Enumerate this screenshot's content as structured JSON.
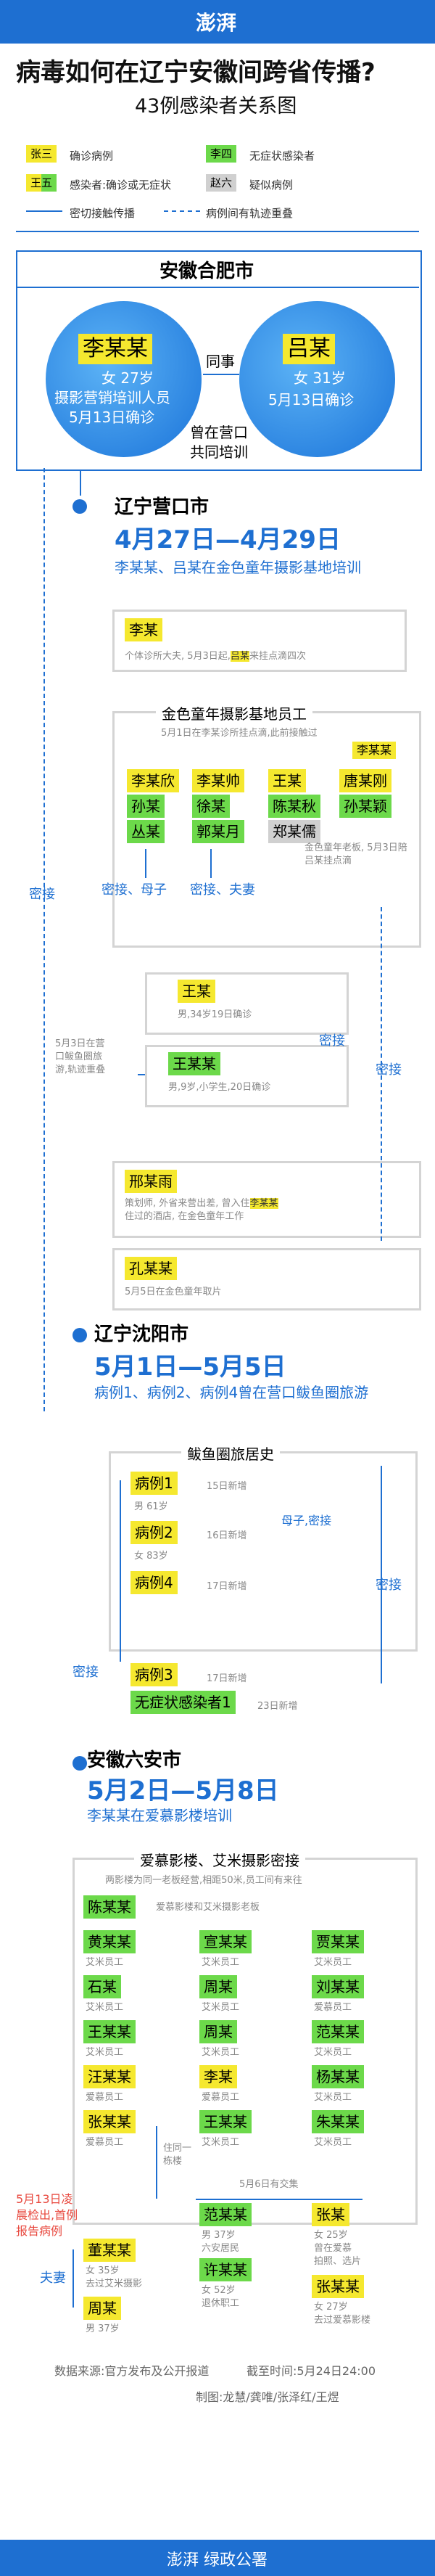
{
  "header": {
    "logo": "澎湃",
    "title": "病毒如何在辽宁安徽间跨省传播?",
    "subtitle": "43例感染者关系图"
  },
  "legend": {
    "zhang_name": "张三",
    "zhang_label": "确诊病例",
    "li_name": "李四",
    "li_label": "无症状感染者",
    "wang_name": "王五",
    "wang_label": "感染者:确诊或无症状",
    "zhao_name": "赵六",
    "zhao_label": "疑似病例",
    "solid_label": "密切接触传播",
    "dashed_label": "病例间有轨迹重叠"
  },
  "hefei": {
    "city": "安徽合肥市",
    "p1_name": "李某某",
    "p1_line1": "女 27岁",
    "p1_line2": "摄影营销培训人员",
    "p1_line3": "5月13日确诊",
    "p2_name": "吕某",
    "p2_line1": "女 31岁",
    "p2_line2": "5月13日确诊",
    "rel1": "同事",
    "rel2a": "曾在营口",
    "rel2b": "共同培训"
  },
  "yingkou": {
    "city": "辽宁营口市",
    "dates": "4月27日—4月29日",
    "desc": "李某某、吕某在金色童年摄影基地培训",
    "doc_name": "李某",
    "doc_desc_a": "个体诊所大夫, 5月3日起,",
    "doc_desc_highlight": "吕某",
    "doc_desc_b": "来挂点滴四次",
    "base_title": "金色童年摄影基地员工",
    "base_note": "5月1日在李某诊所挂点滴,此前接触过",
    "base_note_name": "李某某",
    "staff": [
      {
        "name": "李某欣"
      },
      {
        "name": "李某帅"
      },
      {
        "name": "王某"
      },
      {
        "name": "唐某刚"
      },
      {
        "name": "孙某"
      },
      {
        "name": "徐某"
      },
      {
        "name": "陈某秋"
      },
      {
        "name": "孙某颖"
      },
      {
        "name": "丛某"
      },
      {
        "name": "郭某月"
      },
      {
        "name": "郑某儒"
      }
    ],
    "owner_note": "金色童年老板, 5月3日陪吕某挂点滴",
    "rel_close": "密接",
    "rel_mother_son": "密接、母子",
    "rel_couple": "密接、夫妻",
    "wangmou_name": "王某",
    "wangmou_desc": "男,34岁19日确诊",
    "wangmoumou_name": "王某某",
    "wangmoumou_desc": "男,9岁,小学生,20日确诊",
    "xing_name": "邢某雨",
    "xing_desc1": "策划师, 外省来营出差, 曾入住",
    "xing_desc_name": "李某某",
    "xing_desc2": "住过的酒店, 在金色童年工作",
    "kong_name": "孔某某",
    "kong_desc": "5月5日在金色童年取片",
    "side_note": "5月3日在营口鲅鱼圈旅游,轨迹重叠",
    "side_rel": "密接"
  },
  "shenyang": {
    "city": "辽宁沈阳市",
    "dates": "5月1日—5月5日",
    "desc": "病例1、病例2、病例4曾在营口鲅鱼圈旅游",
    "group_title": "鲅鱼圈旅居史",
    "cases": [
      {
        "name": "病例1",
        "info": "男 61岁",
        "date": "15日新增"
      },
      {
        "name": "病例2",
        "info": "女 83岁",
        "date": "16日新增"
      },
      {
        "name": "病例4",
        "info": "",
        "date": "17日新增"
      },
      {
        "name": "病例3",
        "info": "",
        "date": "17日新增"
      },
      {
        "name": "无症状感染者1",
        "info": "",
        "date": "23日新增"
      }
    ],
    "rel_mother_son": "母子,密接",
    "rel_close": "密接",
    "rel_close2": "密接"
  },
  "luan": {
    "city": "安徽六安市",
    "dates": "5月2日—5月8日",
    "desc": "李某某在爱慕影楼培训",
    "group_title": "爱慕影楼、艾米摄影密接",
    "group_note": "两影楼为同一老板经营,相距50米,员工间有来往",
    "boss_name": "陈某某",
    "boss_desc": "爱慕影楼和艾米摄影老板",
    "people": [
      {
        "name": "黄某某",
        "desc": "艾米员工"
      },
      {
        "name": "宣某某",
        "desc": "艾米员工"
      },
      {
        "name": "贾某某",
        "desc": "艾米员工"
      },
      {
        "name": "石某",
        "desc": "艾米员工"
      },
      {
        "name": "周某",
        "desc": "艾米员工"
      },
      {
        "name": "刘某某",
        "desc": "爱慕员工"
      },
      {
        "name": "王某某",
        "desc": "艾米员工"
      },
      {
        "name": "周某",
        "desc": "艾米员工"
      },
      {
        "name": "范某某",
        "desc": "艾米员工"
      },
      {
        "name": "汪某某",
        "desc": "爱慕员工"
      },
      {
        "name": "李某",
        "desc": "爱慕员工"
      },
      {
        "name": "杨某某",
        "desc": "艾米员工"
      },
      {
        "name": "张某某",
        "desc": "爱慕员工"
      },
      {
        "name": "王某某",
        "desc": "艾米员工"
      },
      {
        "name": "朱某某",
        "desc": "艾米员工"
      }
    ],
    "live_together": "住同一栋楼",
    "contact_note": "5月6日有交集",
    "fan_name": "范某某",
    "fan_desc1": "男 37岁",
    "fan_desc2": "六安居民",
    "xu_name": "许某某",
    "xu_desc1": "女 52岁",
    "xu_desc2": "退休职工",
    "zhang1_name": "张某",
    "zhang1_desc1": "女 25岁",
    "zhang1_desc2": "曾在爱慕",
    "zhang1_desc3": "拍照、选片",
    "zhang2_name": "张某某",
    "zhang2_desc1": "女 27岁",
    "zhang2_desc2": "去过爱慕影楼",
    "red_note": "5月13日凌晨检出,首例报告病例",
    "dong_name": "董某某",
    "dong_desc1": "女 35岁",
    "dong_desc2": "去过艾米摄影",
    "zhou_name": "周某",
    "zhou_desc": "男 37岁",
    "couple": "夫妻"
  },
  "footer": {
    "source": "数据来源:官方发布及公开报道",
    "deadline": "截至时间:5月24日24:00",
    "credits": "制图:龙慧/龚唯/张泽红/王煜",
    "brand": "澎湃 绿政公署"
  }
}
